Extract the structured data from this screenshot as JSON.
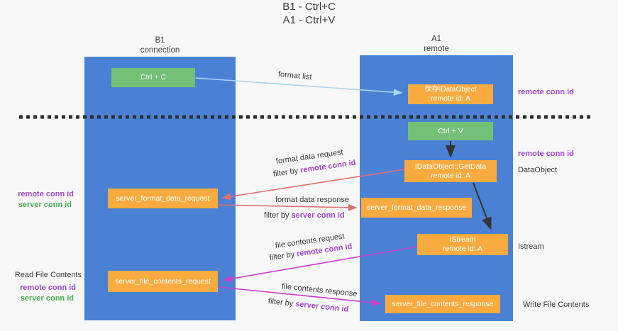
{
  "title": {
    "line1": "B1 - Ctrl+C",
    "line2": "A1 - Ctrl+V"
  },
  "columns": {
    "left": {
      "name": "B1",
      "subtitle": "connection"
    },
    "right": {
      "name": "A1",
      "subtitle": "remote"
    }
  },
  "boxes": {
    "ctrl_c": {
      "label": "Ctrl + C"
    },
    "save_dataobject": {
      "line1": "保存IDataObject",
      "line2": "remote id: A"
    },
    "ctrl_v": {
      "label": "Ctrl + V"
    },
    "getdata": {
      "line1": "IDataObject::GetData",
      "line2": "remote id: A"
    },
    "format_request": {
      "label": "server_format_data_request"
    },
    "format_response": {
      "label": "server_format_data_response"
    },
    "istream": {
      "line1": "IStream",
      "line2": "remote id: A"
    },
    "file_request": {
      "label": "server_file_contents_request"
    },
    "file_response": {
      "label": "server_file_contents_response"
    }
  },
  "flow_labels": {
    "format_list": "format list",
    "format_data_request": "format data request",
    "format_data_response": "format data response",
    "file_contents_request": "file contents request",
    "file_contents_response": "file contents response",
    "filter_by": "filter by",
    "remote_conn_id": "remote conn id",
    "server_conn_id": "server conn id"
  },
  "side_labels": {
    "right_remote_conn_id_top": "remote conn id",
    "right_remote_conn_id_mid": "remote conn id",
    "right_dataobject": "DataObject",
    "right_istream": "Istream",
    "right_write_file_contents": "Write File Contents",
    "left_remote_conn_id_top": "remote conn id",
    "left_server_conn_id_top": "server conn id",
    "left_read_file_contents": "Read File Contents",
    "left_remote_conn_id_bottom": "remote conn id",
    "left_server_conn_id_bottom": "server conn id"
  },
  "colors": {
    "column_blue": "#4a81d4",
    "box_green": "#74c077",
    "box_orange": "#f9ab40",
    "accent_purple": "#a348ce",
    "accent_green": "#4cae54",
    "arrow_salmon": "#e07070",
    "arrow_magenta": "#c940c9",
    "arrow_lightblue": "#a9d5f0",
    "arrow_black": "#333333"
  }
}
